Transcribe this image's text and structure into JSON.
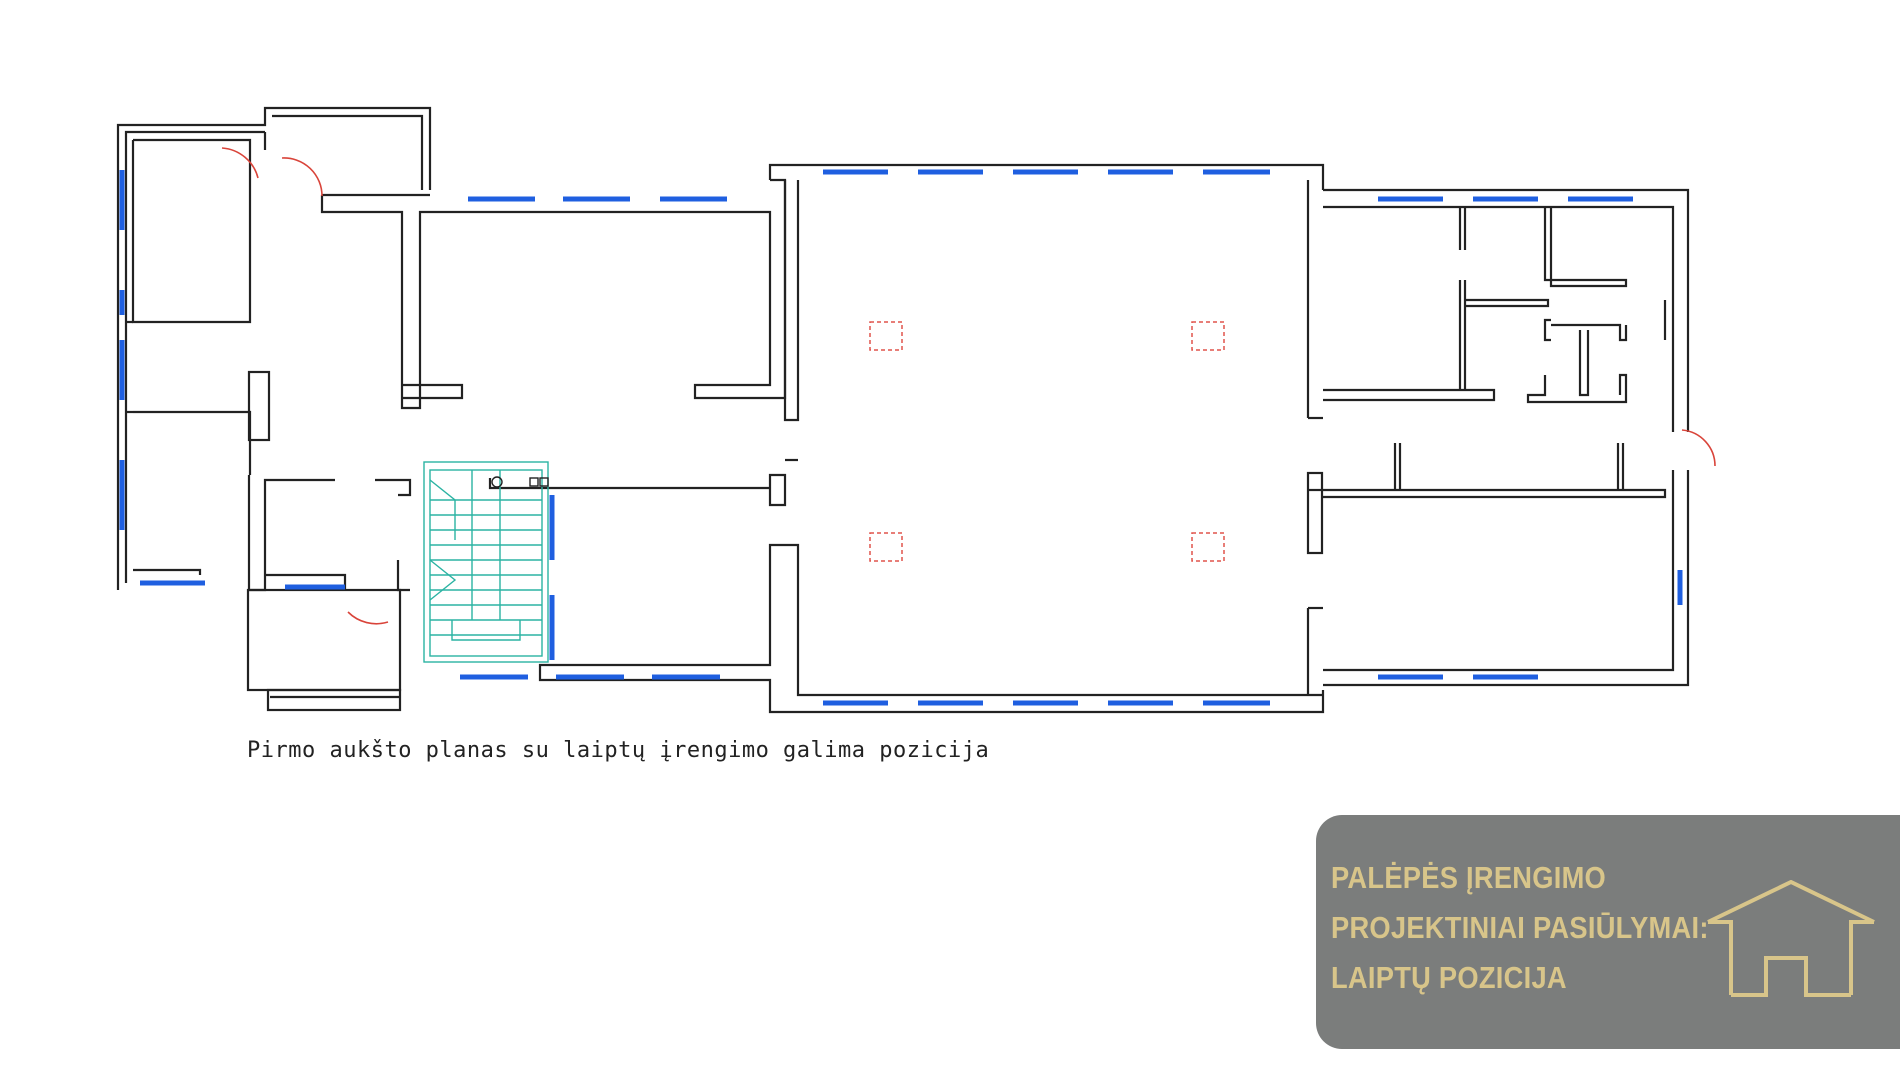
{
  "caption": "Pirmo aukšto planas su laiptų įrengimo galima pozicija",
  "badge": {
    "lines": [
      "PALĖPĖS ĮRENGIMO",
      "PROJEKTINIAI PASIŪLYMAI:",
      "LAIPTŲ POZICIJA"
    ],
    "icon": "house-outline-icon"
  },
  "colors": {
    "wall": "#222222",
    "window": "#1f5fe0",
    "stair": "#2bb3a3",
    "door": "#d9443a",
    "column": "#e0534b",
    "badge_bg": "#7b7d7c",
    "badge_text": "#d8c58a"
  }
}
